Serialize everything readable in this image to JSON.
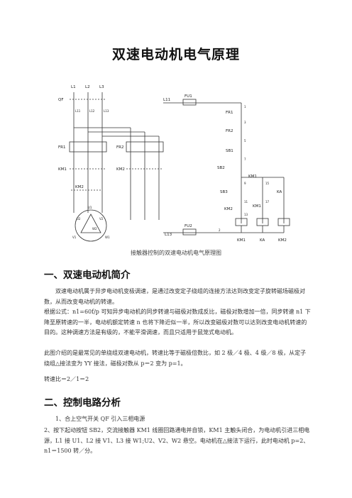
{
  "title": "双速电动机电气原理",
  "diagram": {
    "caption": "接触器控制的双速电动机电气原理图",
    "labels": {
      "l1": "L1",
      "l2": "L2",
      "l3": "L3",
      "qf": "QF",
      "l11": "L11",
      "l12": "L12",
      "l13": "L13",
      "fr1": "FR1",
      "fr2": "FR2",
      "km1": "KM1",
      "km2": "KM2",
      "km2b": "KM2",
      "u1": "U1",
      "v1": "V1",
      "w1": "W1",
      "u2": "U2",
      "v2": "V2",
      "w2": "W2",
      "l11_ctrl": "L11",
      "fu1": "FU1",
      "fr1_ctrl": "FR1",
      "fr2_ctrl": "FR2",
      "sb1": "SB1",
      "sb2": "SB2",
      "sb3": "SB3",
      "km1_ctrl": "KM1",
      "ka": "KA",
      "km2_ctrl": "KM2",
      "km1_ctrl2": "KM1",
      "l13_ctrl": "L13",
      "fu2": "FU2",
      "coil_km1": "KM1",
      "coil_ka": "KA",
      "coil_km2": "KM2",
      "n1": "1",
      "n3": "3",
      "n5": "5",
      "n7": "7",
      "n9": "9",
      "n11": "11",
      "n13": "13",
      "n15": "15",
      "n17": "17",
      "n2": "2"
    }
  },
  "section1": {
    "heading": "一、双速电动机简介",
    "p1": "双速电动机属于异步电动机变极调速，是通过改变定子绕组的连接方法达到改变定子旋转磁场磁极对数，从而改变电动机的转速。",
    "p2": "根据公式：n1=60f/p 可知异步电动机的同步转速与磁极对数成反比，磁极对数增加一倍，同步转速 n1 下降至原转速的一半，电动机额定转速 n 也将下降近似一半，所以改变磁极对数可以达到改变电动机转速的目的。这种调速方法是有级的，不能平滑调速，而且只适用于鼠笼式电动机。",
    "p3": "此图介绍的是最常见的单绕组双速电动机，转速比等于磁极倍数比，如 2 极／4 极、4 级／8 极，从定子绕组△接法变为 YY 接法，磁极对数从 p＝2 变为 p=1。",
    "p4": "转速比＝2／1＝2"
  },
  "section2": {
    "heading": "二、控制电路分析",
    "p1": "1、合上空气开关 QF 引入三相电源",
    "p2": "2、按下起动按钮 SB2，交流接触器 KM1 线圈回路通电并自锁，KM1 主触头闭合，为电动机引进三相电源，L1 接 U1、L2 接 V1、L3 接 W1;U2、V2、W2 悬空。电动机在△接法下运行，此时电动机 p=2、n1＝1500 转／分。"
  }
}
